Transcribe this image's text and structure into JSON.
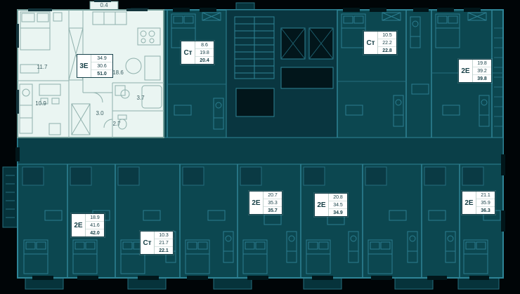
{
  "colors": {
    "background": "#000507",
    "building_fill": "#0c4750",
    "wall_stroke": "#2e8496",
    "highlight_fill": "#eaf5f2",
    "badge_bg": "#ffffff",
    "badge_text": "#153e45"
  },
  "highlighted_apartment": {
    "type": "3Е",
    "area_values": [
      "34.9",
      "30.6",
      "51.0"
    ],
    "room_areas": {
      "balcony": "0.4",
      "bedroom": "11.7",
      "living": "18.6",
      "kitchen": "10.9",
      "bathroom": "3.7",
      "hall": "3.0",
      "corridor": "2.7"
    }
  },
  "badges": [
    {
      "type": "Ст",
      "values": [
        "8.6",
        "19.8",
        "20.4"
      ]
    },
    {
      "type": "Ст",
      "values": [
        "10.5",
        "22.2",
        "22.8"
      ]
    },
    {
      "type": "2Е",
      "values": [
        "19.8",
        "39.2",
        "39.8"
      ]
    },
    {
      "type": "2Е",
      "values": [
        "18.9",
        "41.6",
        "42.0"
      ]
    },
    {
      "type": "Ст",
      "values": [
        "10.3",
        "21.7",
        "22.1"
      ]
    },
    {
      "type": "2Е",
      "values": [
        "20.7",
        "35.3",
        "35.7"
      ]
    },
    {
      "type": "2Е",
      "values": [
        "20.8",
        "34.5",
        "34.9"
      ]
    },
    {
      "type": "2Е",
      "values": [
        "21.1",
        "35.9",
        "36.3"
      ]
    }
  ]
}
